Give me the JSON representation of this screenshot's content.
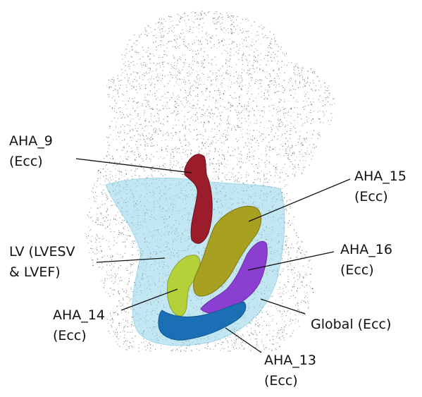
{
  "labels": {
    "aha9": {
      "line1": "AHA_9",
      "line2": "(Ecc)"
    },
    "aha15": {
      "line1": "AHA_15",
      "line2": "(Ecc)"
    },
    "lv": {
      "line1": "LV (LVESV",
      "line2": "& LVEF)"
    },
    "aha16": {
      "line1": "AHA_16",
      "line2": "(Ecc)"
    },
    "aha14": {
      "line1": "AHA_14",
      "line2": "(Ecc)"
    },
    "global": {
      "line1": "Global (Ecc)"
    },
    "aha13": {
      "line1": "AHA_13",
      "line2": "(Ecc)"
    }
  },
  "colors": {
    "point_cloud": "#4a4a4a",
    "lv_cavity": "#8fd3e8",
    "aha9": "#9b1c2a",
    "aha15": "#a8a020",
    "aha14": "#b5d13a",
    "aha16": "#8a3fd1",
    "aha13": "#1a6fb5",
    "leader_line": "#111111"
  }
}
